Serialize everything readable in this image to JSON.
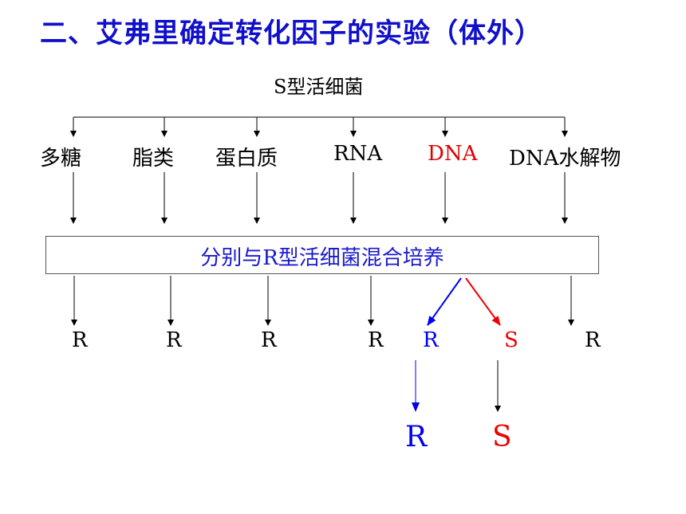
{
  "title": "二、艾弗里确定转化因子的实验（体外）",
  "source": "S型活细菌",
  "substances": [
    {
      "label": "多糖"
    },
    {
      "label": "脂类"
    },
    {
      "label": "蛋白质"
    },
    {
      "label": "RNA"
    },
    {
      "label": "DNA"
    },
    {
      "label": "DNA水解物"
    }
  ],
  "process_label": "分别与R型活细菌混合培养",
  "results": [
    "R",
    "R",
    "R",
    "R",
    "R",
    "S",
    "R"
  ],
  "final_results": [
    "R",
    "S"
  ],
  "colors": {
    "title": "#1010cc",
    "process_label": "#1a1acc",
    "dna_highlight": "#e00000",
    "r_branch": "#0000ee",
    "s_branch": "#ee0000",
    "default": "#000000"
  }
}
